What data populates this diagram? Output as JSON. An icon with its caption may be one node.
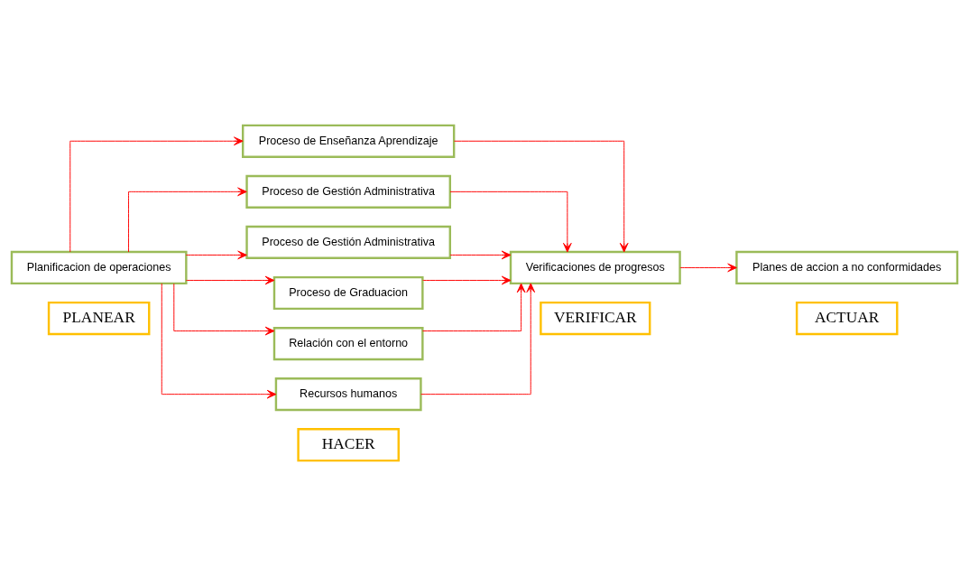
{
  "diagram": {
    "nodes": [
      {
        "text": [
          "PLANEAR"
        ]
      },
      {
        "text": [
          "HACER"
        ]
      },
      {
        "text": [
          "VERIFICAR"
        ]
      },
      {
        "text": [
          "ACTUAR"
        ]
      },
      {
        "text": [
          "Planificacion de operaciones"
        ]
      },
      {
        "text": [
          "Proceso de Enseñanza Aprendizaje"
        ]
      },
      {
        "text": [
          "Proceso de Gestión Administrativa"
        ]
      },
      {
        "text": [
          "Proceso de Gestión Administrativa"
        ]
      },
      {
        "text": [
          "Proceso de Graduacion"
        ]
      },
      {
        "text": [
          "Relación con el entorno"
        ]
      },
      {
        "text": [
          "Recursos humanos"
        ]
      },
      {
        "text": [
          "Verificaciones de progresos"
        ]
      },
      {
        "text": [
          "Planes de accion a no conformidades"
        ]
      }
    ],
    "edges": [
      {
        "from": 4,
        "to": 5,
        "arrow": "to"
      },
      {
        "from": 4,
        "to": 6,
        "arrow": "to"
      },
      {
        "from": 4,
        "to": 7,
        "arrow": "to"
      },
      {
        "from": 4,
        "to": 8,
        "arrow": "to"
      },
      {
        "from": 4,
        "to": 9,
        "arrow": "to"
      },
      {
        "from": 4,
        "to": 10,
        "arrow": "to"
      },
      {
        "from": 5,
        "to": 11,
        "arrow": "to"
      },
      {
        "from": 6,
        "to": 11,
        "arrow": "to"
      },
      {
        "from": 7,
        "to": 11,
        "arrow": "to"
      },
      {
        "from": 8,
        "to": 11,
        "arrow": "to"
      },
      {
        "from": 9,
        "to": 11,
        "arrow": "to"
      },
      {
        "from": 10,
        "to": 11,
        "arrow": "to"
      },
      {
        "from": 11,
        "to": 12,
        "arrow": "to"
      }
    ]
  }
}
